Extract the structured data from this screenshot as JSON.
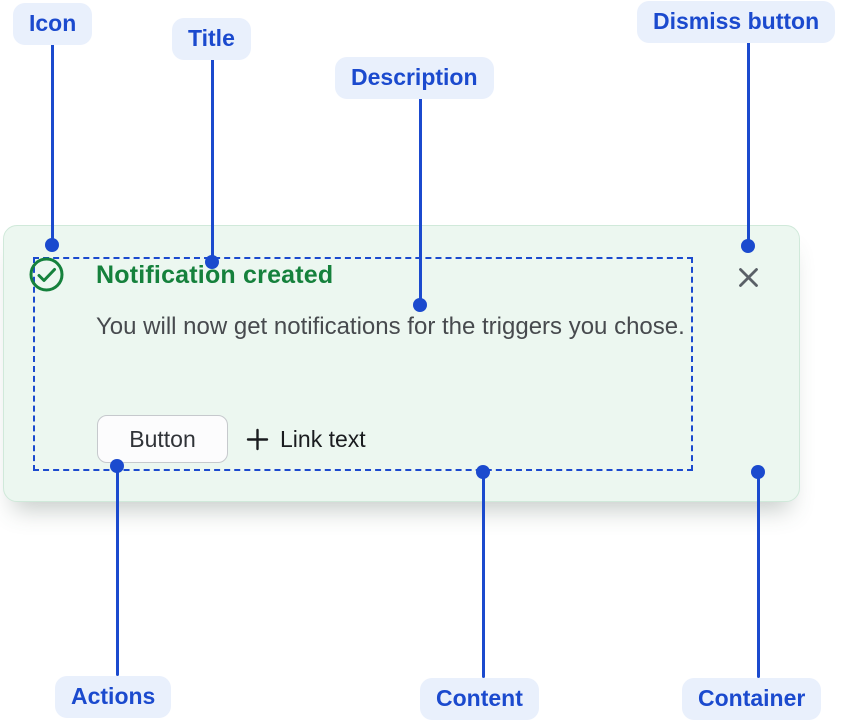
{
  "annotations": {
    "icon": {
      "label": "Icon"
    },
    "title": {
      "label": "Title"
    },
    "description": {
      "label": "Description"
    },
    "dismiss": {
      "label": "Dismiss button"
    },
    "actions": {
      "label": "Actions"
    },
    "content": {
      "label": "Content"
    },
    "container": {
      "label": "Container"
    }
  },
  "notification": {
    "title": "Notification created",
    "description": "You will now get notifications for the triggers you chose.",
    "actions": {
      "button_label": "Button",
      "link_label": "Link text"
    },
    "icons": {
      "status": "check-circle",
      "link": "plus",
      "dismiss": "close"
    }
  },
  "colors": {
    "annotation_blue": "#1b4ace",
    "annotation_pill_bg": "#e9f0fc",
    "success_green": "#15813c",
    "card_bg": "#ecf7f0",
    "card_border": "#d0e9da",
    "description_text": "#474a4e",
    "dismiss_gray": "#5a6067",
    "button_border": "#c6c9cd"
  }
}
